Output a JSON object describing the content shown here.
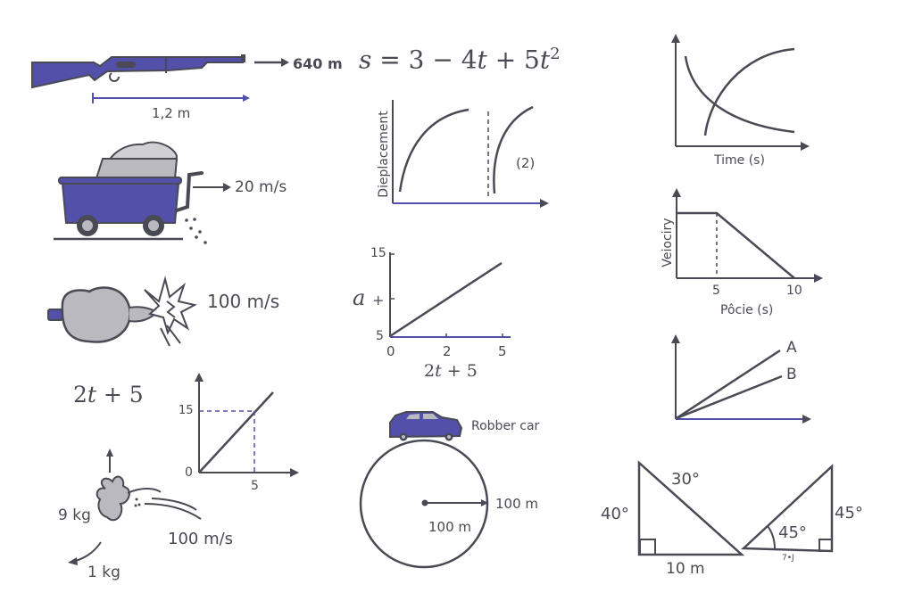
{
  "colors": {
    "ink": "#4a4a55",
    "navy": "#5250a8",
    "navy_dark": "#3b3a7a",
    "gray_fill": "#b9b9bf",
    "background": "#ffffff"
  },
  "rifle": {
    "icon": "rifle-icon",
    "speed_label": "640 m",
    "length_label": "1,2 m"
  },
  "cart": {
    "icon": "wheelbarrow-cart-icon",
    "speed_label": "20 m/s"
  },
  "bag_impact": {
    "icon": "sack-impact-icon",
    "speed_label": "100 m/s"
  },
  "velocity_expr": {
    "text_a": "2",
    "text_t": "t",
    "text_b": " + 5"
  },
  "small_line_chart": {
    "y_tick_top": "15",
    "y_tick_zero": "0",
    "x_tick": "5"
  },
  "explosion": {
    "icon": "explosion-fragment-icon",
    "mass_large": "9 kg",
    "mass_small": "1 kg",
    "speed_label": "100 m/s"
  },
  "equation": {
    "lhs": "s",
    "rhs_1": " = 3 − 4",
    "t1": "t",
    "rhs_2": " + 5",
    "t2": "t",
    "exp": "2"
  },
  "displacement_chart": {
    "ylabel": "Dieplacement",
    "annotation": "(2)"
  },
  "accel_chart": {
    "y_label_symbol": "a",
    "y_label_plus": "+",
    "y_ticks": [
      "15",
      "5"
    ],
    "x_ticks": [
      "0",
      "2",
      "5"
    ],
    "xlabel_a": "2",
    "xlabel_t": "t",
    "xlabel_b": " + 5"
  },
  "circle_track": {
    "car_label": "Robber car",
    "radius_label_outer": "100 m",
    "radius_label_inner": "100 m"
  },
  "time_chart": {
    "xlabel": "Time (s)"
  },
  "velocity_chart": {
    "ylabel": "Veiociry",
    "xlabel": "Pôcie (s)",
    "x_ticks": [
      "5",
      "10"
    ]
  },
  "ab_chart": {
    "line_a": "A",
    "line_b": "B"
  },
  "triangle_left": {
    "angle_top": "30°",
    "angle_left": "40°",
    "base_label": "10 m"
  },
  "triangle_right": {
    "angle_inner": "45°",
    "angle_right": "45°",
    "base_label": "7•J"
  },
  "chart_data": [
    {
      "type": "line",
      "title": "",
      "xlabel": "",
      "ylabel": "",
      "series": [
        {
          "name": "line",
          "x": [
            0,
            5,
            6
          ],
          "y": [
            0,
            15,
            18
          ]
        }
      ],
      "y_ticks": [
        "0",
        "15"
      ],
      "x_ticks": [
        "5"
      ],
      "annotations": [
        "dashed guide at (5, 15)"
      ],
      "grid": false
    },
    {
      "type": "line",
      "title": "",
      "xlabel": "",
      "ylabel": "Dieplacement",
      "series": [
        {
          "name": "curve 1",
          "shape": "concave increasing"
        },
        {
          "name": "curve 2",
          "shape": "concave increasing (after dashed line)"
        }
      ],
      "annotations": [
        "(2)",
        "dashed vertical divider"
      ],
      "grid": false
    },
    {
      "type": "line",
      "title": "",
      "xlabel": "2t + 5",
      "ylabel": "a +",
      "x": [
        0,
        5
      ],
      "series": [
        {
          "name": "line",
          "values": [
            5,
            14
          ]
        }
      ],
      "y_ticks": [
        "5",
        "15"
      ],
      "x_ticks": [
        "0",
        "2",
        "5"
      ],
      "ylim": [
        5,
        15
      ],
      "grid": false
    },
    {
      "type": "line",
      "title": "",
      "xlabel": "Time (s)",
      "ylabel": "",
      "series": [
        {
          "name": "decreasing",
          "shape": "decaying curve"
        },
        {
          "name": "increasing",
          "shape": "rising saturating curve"
        }
      ],
      "grid": false
    },
    {
      "type": "line",
      "title": "",
      "xlabel": "Pôcie (s)",
      "ylabel": "Veiociry",
      "series": [
        {
          "name": "velocity",
          "x": [
            0,
            5,
            10
          ],
          "y": [
            1,
            1,
            0
          ]
        }
      ],
      "x_ticks": [
        "5",
        "10"
      ],
      "annotations": [
        "dashed line at x = 5"
      ],
      "grid": false
    },
    {
      "type": "line",
      "title": "",
      "xlabel": "",
      "ylabel": "",
      "series": [
        {
          "name": "A",
          "x": [
            0,
            1
          ],
          "y": [
            0,
            0.85
          ]
        },
        {
          "name": "B",
          "x": [
            0,
            1
          ],
          "y": [
            0,
            0.55
          ]
        }
      ],
      "grid": false
    }
  ]
}
